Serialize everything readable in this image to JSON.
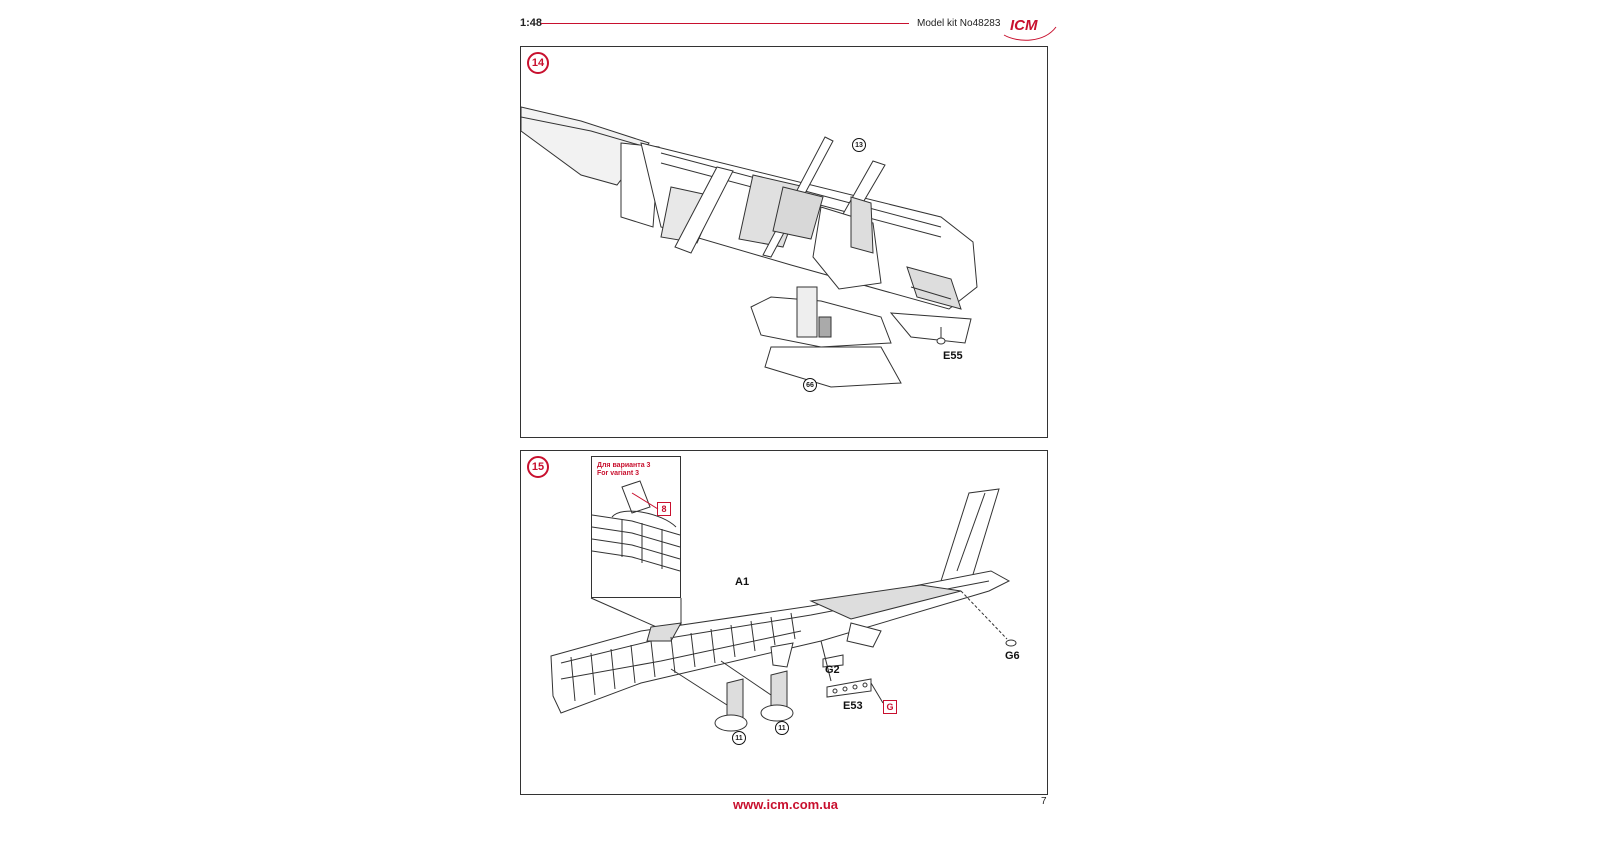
{
  "header": {
    "scale": "1:48",
    "model": "Model kit No48283",
    "logo": "ICM"
  },
  "step14": {
    "number": "14",
    "refs": [
      "13",
      "66"
    ],
    "part_labels": [
      "E55"
    ]
  },
  "step15": {
    "number": "15",
    "variant_note_ru": "Для варианта 3",
    "variant_note_en": "For variant 3",
    "variant_box": "8",
    "part_labels": [
      "A1",
      "G2",
      "G6",
      "E53"
    ],
    "refs": [
      "11",
      "11"
    ],
    "sprue_box": "G"
  },
  "footer": {
    "url": "www.icm.com.ua",
    "page": "7"
  },
  "colors": {
    "accent": "#c8102e",
    "line": "#333333"
  }
}
